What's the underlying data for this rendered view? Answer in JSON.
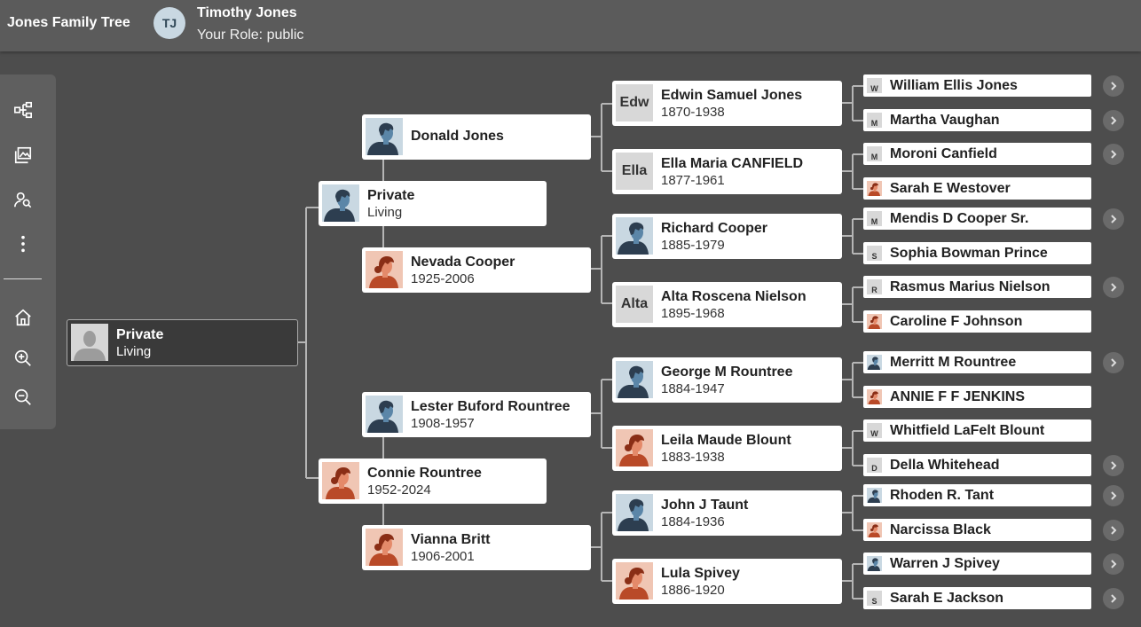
{
  "header": {
    "app_title": "Jones Family Tree",
    "avatar_initials": "TJ",
    "user_name": "Timothy Jones",
    "user_role": "Your Role: public"
  },
  "colors": {
    "background": "#4d4d4d",
    "topbar": "#5b5b5b",
    "male_photo_bg": "#c9d8e2",
    "female_photo_bg": "#f0c6b4"
  },
  "toolbar": {
    "items": [
      {
        "id": "tree",
        "icon": "tree-view-icon"
      },
      {
        "id": "gallery",
        "icon": "gallery-icon"
      },
      {
        "id": "search",
        "icon": "person-search-icon"
      },
      {
        "id": "more",
        "icon": "more-vertical-icon"
      },
      {
        "id": "home",
        "icon": "home-icon"
      },
      {
        "id": "zoom-in",
        "icon": "zoom-in-icon"
      },
      {
        "id": "zoom-out",
        "icon": "zoom-out-icon"
      }
    ]
  },
  "tree": {
    "focus": {
      "name": "Private",
      "dates": "Living"
    },
    "parents": [
      {
        "name": "Private",
        "dates": "Living",
        "photo": "male"
      },
      {
        "name": "Connie Rountree",
        "dates": "1952-2024",
        "photo": "female"
      }
    ],
    "grandparents": [
      {
        "name": "Donald Jones",
        "dates": "",
        "photo": "male"
      },
      {
        "name": "Nevada Cooper",
        "dates": "1925-2006",
        "photo": "female"
      },
      {
        "name": "Lester Buford Rountree",
        "dates": "1908-1957",
        "photo": "male"
      },
      {
        "name": "Vianna Britt",
        "dates": "1906-2001",
        "photo": "female"
      }
    ],
    "great_grandparents": [
      {
        "name": "Edwin Samuel Jones",
        "dates": "1870-1938",
        "photo": "text",
        "photo_text": "Edw"
      },
      {
        "name": "Ella Maria CANFIELD",
        "dates": "1877-1961",
        "photo": "text",
        "photo_text": "Ella"
      },
      {
        "name": "Richard Cooper",
        "dates": "1885-1979",
        "photo": "male"
      },
      {
        "name": "Alta Roscena Nielson",
        "dates": "1895-1968",
        "photo": "text",
        "photo_text": "Alta"
      },
      {
        "name": "George M Rountree",
        "dates": "1884-1947",
        "photo": "male"
      },
      {
        "name": "Leila Maude Blount",
        "dates": "1883-1938",
        "photo": "female"
      },
      {
        "name": "John J Taunt",
        "dates": "1884-1936",
        "photo": "male"
      },
      {
        "name": "Lula Spivey",
        "dates": "1886-1920",
        "photo": "female"
      }
    ],
    "gg_grandparents": [
      {
        "name": "William Ellis Jones",
        "photo": "text",
        "photo_text": "W",
        "more": true
      },
      {
        "name": "Martha Vaughan",
        "photo": "text",
        "photo_text": "M",
        "more": true
      },
      {
        "name": "Moroni Canfield",
        "photo": "text",
        "photo_text": "M",
        "more": true
      },
      {
        "name": "Sarah E Westover",
        "photo": "female",
        "more": false
      },
      {
        "name": "Mendis D Cooper Sr.",
        "photo": "text",
        "photo_text": "M",
        "more": true
      },
      {
        "name": "Sophia Bowman Prince",
        "photo": "text",
        "photo_text": "S",
        "more": false
      },
      {
        "name": "Rasmus Marius Nielson",
        "photo": "text",
        "photo_text": "R",
        "more": true
      },
      {
        "name": "Caroline F Johnson",
        "photo": "female",
        "more": false
      },
      {
        "name": "Merritt M Rountree",
        "photo": "male",
        "more": true
      },
      {
        "name": "ANNIE F F JENKINS",
        "photo": "female",
        "more": false
      },
      {
        "name": "Whitfield LaFelt Blount",
        "photo": "text",
        "photo_text": "W",
        "more": false
      },
      {
        "name": "Della Whitehead",
        "photo": "text",
        "photo_text": "D",
        "more": true
      },
      {
        "name": "Rhoden R. Tant",
        "photo": "male",
        "more": true
      },
      {
        "name": "Narcissa Black",
        "photo": "female",
        "more": true
      },
      {
        "name": "Warren J Spivey",
        "photo": "male",
        "more": true
      },
      {
        "name": "Sarah E Jackson",
        "photo": "text",
        "photo_text": "S",
        "more": true
      }
    ]
  }
}
